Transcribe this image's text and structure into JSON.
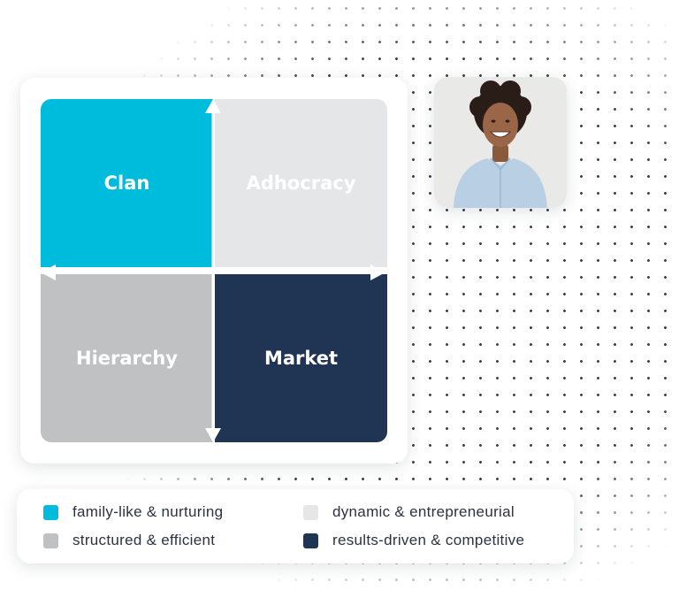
{
  "quadrants": {
    "top_left": {
      "label": "Clan",
      "color": "#00bcdc"
    },
    "top_right": {
      "label": "Adhocracy",
      "color": "#e5e6e8"
    },
    "bottom_left": {
      "label": "Hierarchy",
      "color": "#bfc1c3"
    },
    "bottom_right": {
      "label": "Market",
      "color": "#203553"
    }
  },
  "legend": [
    {
      "text": "family-like & nurturing",
      "color": "#00bcdc"
    },
    {
      "text": "dynamic & entrepreneurial",
      "color": "#e5e6e8"
    },
    {
      "text": "structured & efficient",
      "color": "#bfc1c3"
    },
    {
      "text": "results-driven & competitive",
      "color": "#203553"
    }
  ],
  "photo": {
    "icon": "person-photo"
  }
}
